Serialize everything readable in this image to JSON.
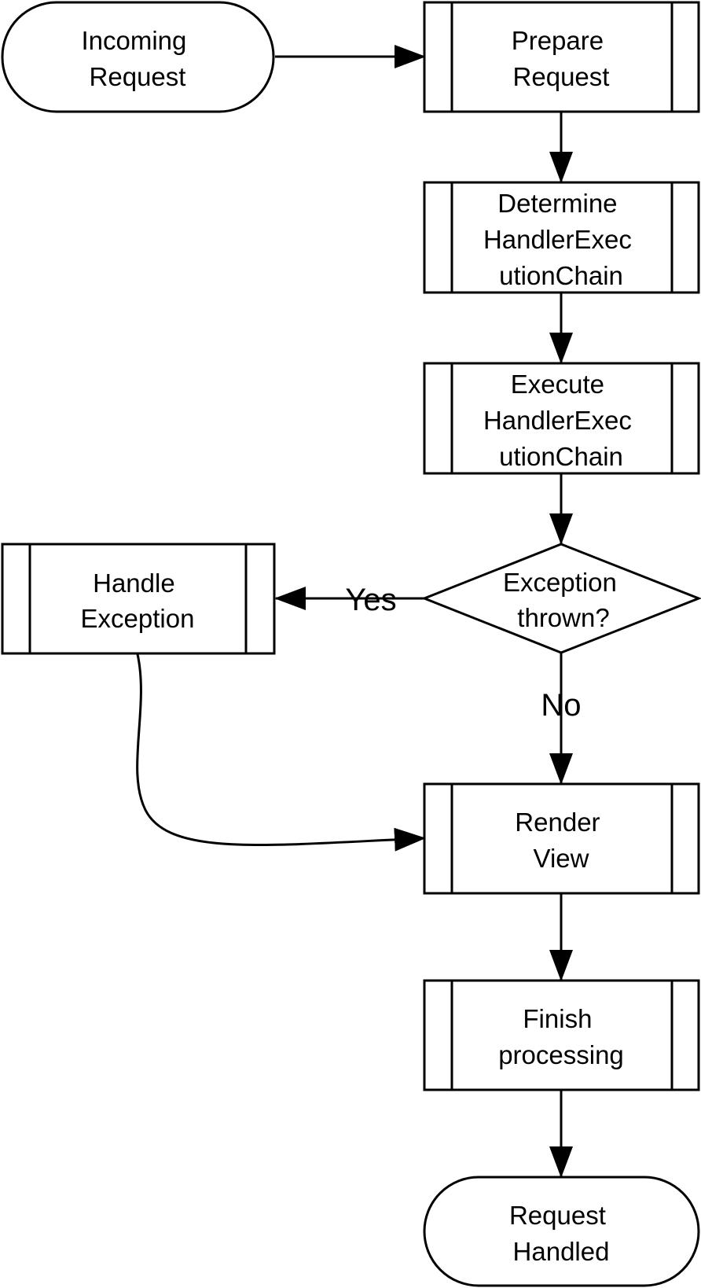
{
  "nodes": {
    "incoming_request": {
      "shape": "terminal",
      "lines": [
        "Incoming",
        "Request"
      ]
    },
    "prepare_request": {
      "shape": "process",
      "lines": [
        "Prepare",
        "Request"
      ]
    },
    "determine_chain": {
      "shape": "process",
      "lines": [
        "Determine",
        "HandlerExec",
        "utionChain"
      ]
    },
    "execute_chain": {
      "shape": "process",
      "lines": [
        "Execute",
        "HandlerExec",
        "utionChain"
      ]
    },
    "exception_thrown": {
      "shape": "decision",
      "lines": [
        "Exception",
        "thrown?"
      ]
    },
    "handle_exception": {
      "shape": "process",
      "lines": [
        "Handle",
        "Exception"
      ]
    },
    "render_view": {
      "shape": "process",
      "lines": [
        "Render",
        "View"
      ]
    },
    "finish_processing": {
      "shape": "process",
      "lines": [
        "Finish",
        "processing"
      ]
    },
    "request_handled": {
      "shape": "terminal",
      "lines": [
        "Request",
        "Handled"
      ]
    }
  },
  "edges": {
    "yes_label": "Yes",
    "no_label": "No"
  }
}
